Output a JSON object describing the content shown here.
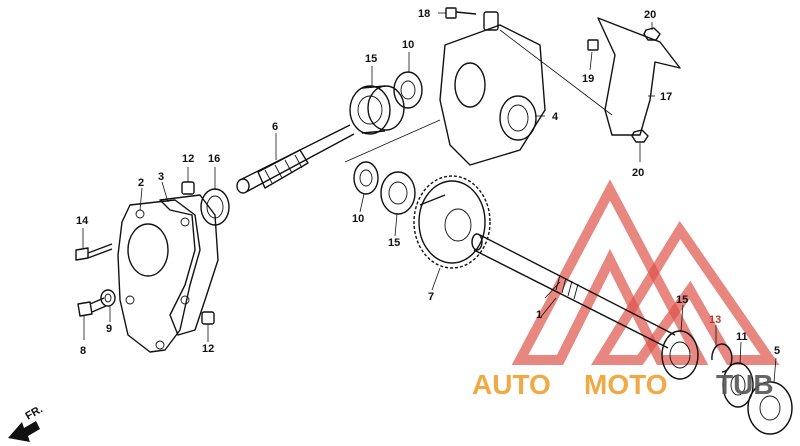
{
  "labels": {
    "p1": "1",
    "p2": "2",
    "p3": "3",
    "p4": "4",
    "p5": "5",
    "p6": "6",
    "p7": "7",
    "p8": "8",
    "p9": "9",
    "p10a": "10",
    "p10b": "10",
    "p11": "11",
    "p12a": "12",
    "p12b": "12",
    "p13": "13",
    "p14": "14",
    "p15a": "15",
    "p15b": "15",
    "p15c": "15",
    "p16": "16",
    "p17": "17",
    "p18": "18",
    "p19": "19",
    "p20a": "20",
    "p20b": "20"
  },
  "direction_label": "FR.",
  "watermark": {
    "part1": "AUTO",
    "part2": "MOTO",
    "part3": "TUB"
  },
  "colors": {
    "line": "#111111",
    "watermark_red": "#d9342b",
    "watermark_orange": "#f0a030",
    "watermark_dark": "#555555"
  }
}
